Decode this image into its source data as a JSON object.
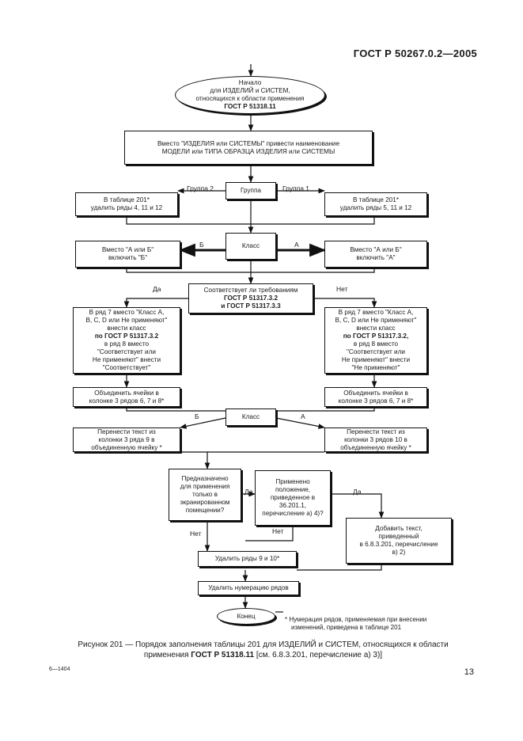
{
  "header": {
    "standard": "ГОСТ Р 50267.0.2—2005"
  },
  "nodes": {
    "start": {
      "l1": "Начало",
      "l2": "для ИЗДЕЛИЙ и СИСТЕМ,",
      "l3": "относящихся к области применения",
      "l4": "ГОСТ Р 51318.11"
    },
    "replace": {
      "l1": "Вместо \"ИЗДЕЛИЯ или СИСТЕМЫ\" привести наименование",
      "l2": "МОДЕЛИ или ТИПА ОБРАЗЦА ИЗДЕЛИЯ или СИСТЕМЫ"
    },
    "group": {
      "text": "Группа"
    },
    "table_left": {
      "l1": "В таблице 201*",
      "l2": "удалить ряды 4, 11 и 12"
    },
    "table_right": {
      "l1": "В таблице 201*",
      "l2": "удалить ряды 5, 11 и 12"
    },
    "class1": {
      "text": "Класс"
    },
    "class_b": {
      "l1": "Вместо \"А или Б\"",
      "l2": "включить \"Б\""
    },
    "class_a": {
      "l1": "Вместо \"А или Б\"",
      "l2": "включить \"А\""
    },
    "comply": {
      "l1": "Соответствует ли требованиям",
      "l2": "ГОСТ Р 51317.3.2",
      "l3": "и ГОСТ Р 51317.3.3"
    },
    "yes_box": {
      "l1": "В ряд 7 вместо \"Класс А,",
      "l2": "В, С, D или Не применяют\"",
      "l3": "внести класс",
      "l4": "по ГОСТ Р 51317.3.2",
      "l5": "в ряд 8 вместо",
      "l6": "\"Соответствует или",
      "l7": "Не применяют\" внести",
      "l8": "\"Соответствует\""
    },
    "no_box": {
      "l1": "В ряд 7 вместо \"Класс А,",
      "l2": "В, С, D или Не применяют\"",
      "l3": "внести класс",
      "l4": "по ГОСТ Р 51317.3.2,",
      "l5": "в ряд 8 вместо",
      "l6": "\"Соответствует или",
      "l7": "Не применяют\" внести",
      "l8": "\"Не применяют\""
    },
    "merge_left": {
      "l1": "Объединить ячейки в",
      "l2": "колонке 3 рядов 6, 7 и 8*"
    },
    "merge_right": {
      "l1": "Объединить ячейки в",
      "l2": "колонке 3 рядов 6, 7 и 8*"
    },
    "class2": {
      "text": "Класс"
    },
    "move_left": {
      "l1": "Перенести текст из",
      "l2": "колонки 3 ряда 9 в",
      "l3": "объединенную ячейку *"
    },
    "move_right": {
      "l1": "Перенести текст из",
      "l2": "колонки 3 рядов 10 в",
      "l3": "объединенную ячейку *"
    },
    "shielded": {
      "l1": "Предназначено",
      "l2": "для применения",
      "l3": "только в",
      "l4": "экранированном",
      "l5": "помещении?"
    },
    "applied": {
      "l1": "Применено",
      "l2": "положение,",
      "l3": "приведенное в",
      "l4": "36.201.1,",
      "l5": "перечисление а) 4)?"
    },
    "add_text": {
      "l1": "Добавить текст,",
      "l2": "приведенный",
      "l3": "в 6.8.3.201, перечисление",
      "l4": "в) 2)"
    },
    "delete_rows": {
      "text": "Удалить ряды 9 и 10*"
    },
    "delete_num": {
      "text": "Удалить нумерацию рядов"
    },
    "end": {
      "text": "Конец"
    }
  },
  "labels": {
    "group2": "Группа 2",
    "group1": "Группа 1",
    "b1": "Б",
    "a1": "А",
    "yes1": "Да",
    "no1": "Нет",
    "b2": "Б",
    "a2": "А",
    "yes2": "Да",
    "yes3": "Да",
    "no2": "Нет",
    "no3": "Нет"
  },
  "footnote": {
    "l1": "* Нумерация рядов, применяемая при внесении",
    "l2": "изменений, приведена в таблице 201"
  },
  "caption": {
    "prefix": "Рисунок 201 — Порядок заполнения таблицы 201 для ИЗДЕЛИЙ и СИСТЕМ, относящихся к области",
    "prefix2": "применения",
    "ref": "ГОСТ Р 51318.11",
    "suffix": "[см. 6.8.3.201, перечисление а) 3)]"
  },
  "footer": {
    "code": "6—1404",
    "page": "13"
  }
}
